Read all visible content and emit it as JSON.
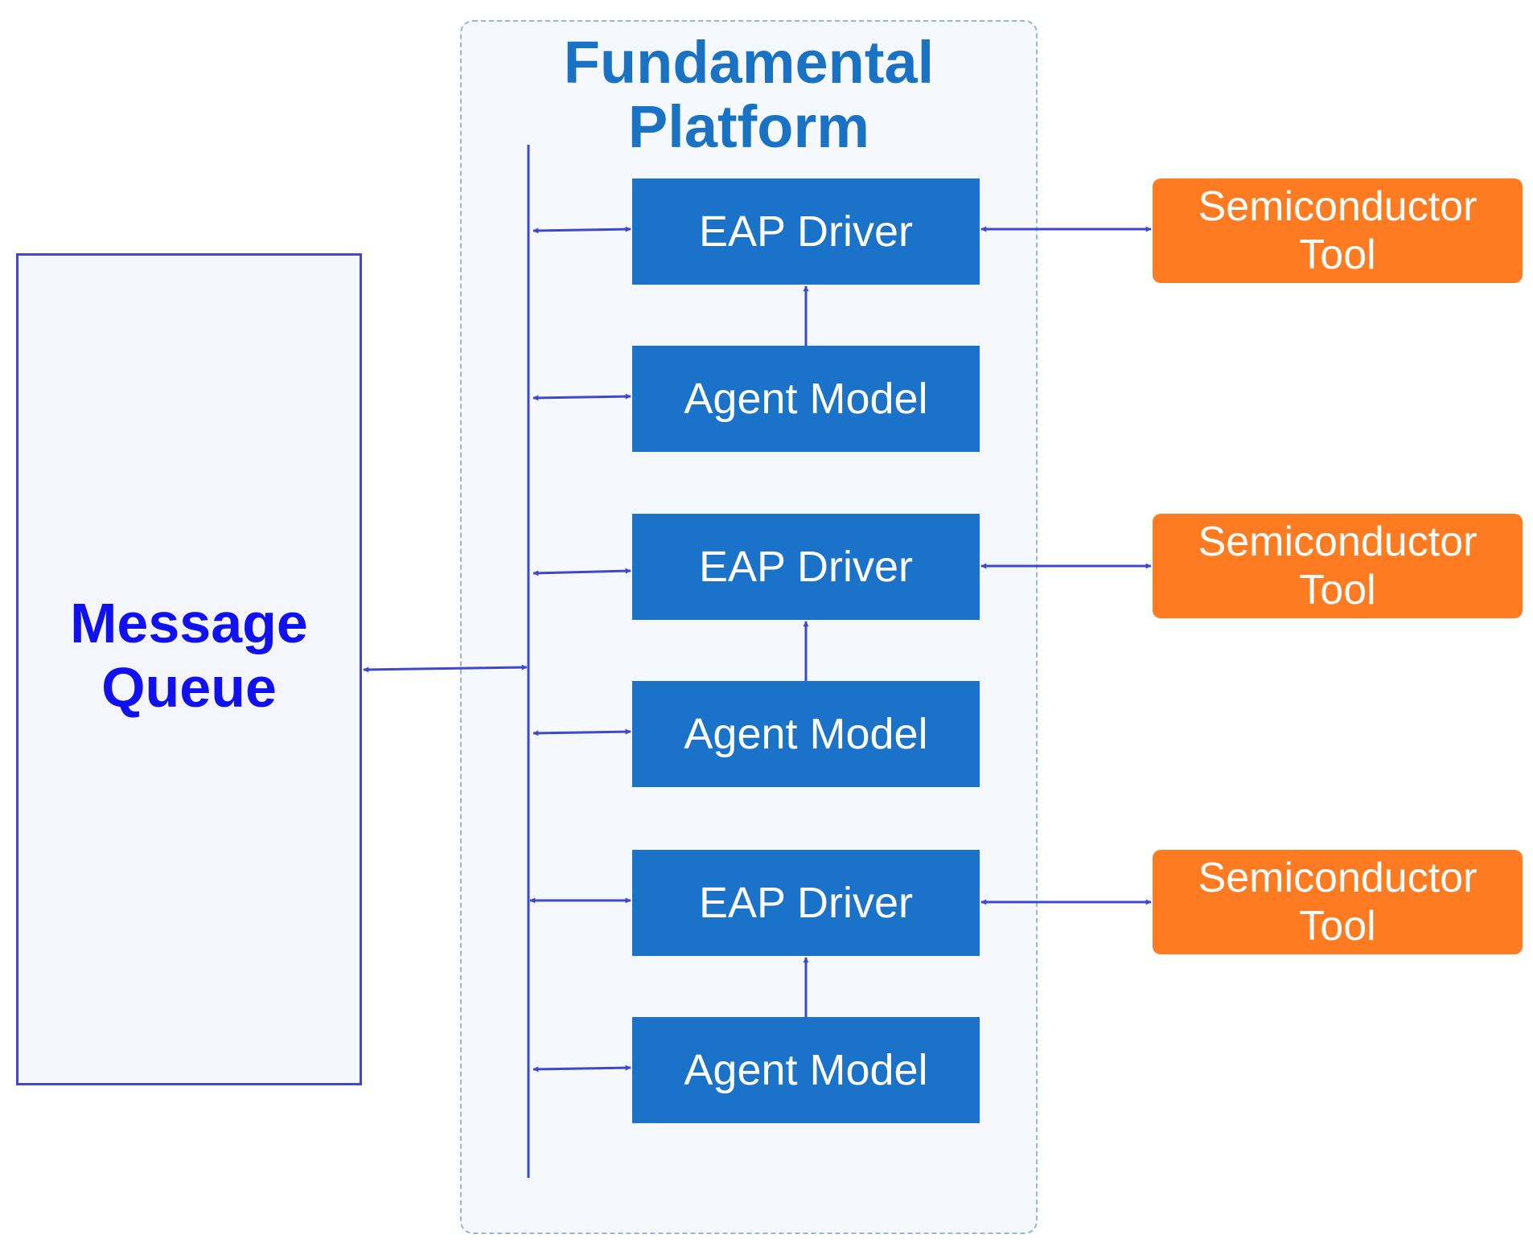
{
  "message_queue": {
    "line1": "Message",
    "line2": "Queue"
  },
  "platform": {
    "title_line1": "Fundamental",
    "title_line2": "Platform"
  },
  "groups": [
    {
      "driver": "EAP Driver",
      "agent": "Agent Model",
      "tool_line1": "Semiconductor",
      "tool_line2": "Tool"
    },
    {
      "driver": "EAP Driver",
      "agent": "Agent Model",
      "tool_line1": "Semiconductor",
      "tool_line2": "Tool"
    },
    {
      "driver": "EAP Driver",
      "agent": "Agent Model",
      "tool_line1": "Semiconductor",
      "tool_line2": "Tool"
    }
  ],
  "colors": {
    "blue_block": "#1a72c9",
    "orange_tool": "#ff7b21",
    "connector": "#3f48cc",
    "title_blue": "#1a72c4",
    "queue_text": "#1010f0"
  }
}
